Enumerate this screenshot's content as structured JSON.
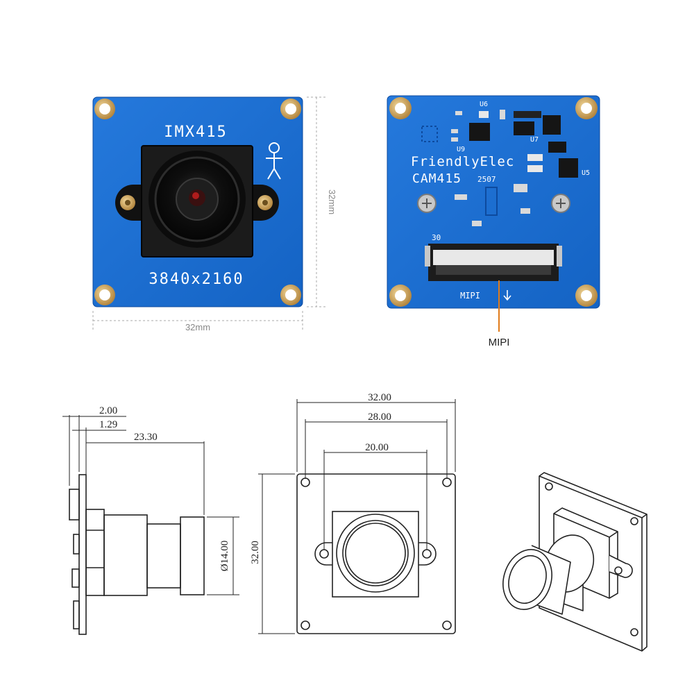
{
  "front_board": {
    "sensor_label": "IMX415",
    "resolution_label": "3840x2160",
    "width_label": "32mm",
    "height_label": "32mm"
  },
  "back_board": {
    "brand_label": "FriendlyElec",
    "model_label": "CAM415",
    "revision_label": "2507",
    "pin_label": "30",
    "connector_silk": "MIPI",
    "component_labels": [
      "U6",
      "U7",
      "U9",
      "U5"
    ],
    "callout_label": "MIPI"
  },
  "side_view": {
    "dim_a": "2.00",
    "dim_b": "1.29",
    "dim_c": "23.30",
    "dim_diameter": "Ø14.00"
  },
  "front_view": {
    "overall_width": "32.00",
    "hole_spacing": "28.00",
    "mount_spacing": "20.00",
    "overall_height": "32.00"
  },
  "colors": {
    "pcb": "#1a6fd0",
    "pcb_dark": "#0d4a9e",
    "gold": "#c9a25a",
    "callout": "#e07b1a"
  }
}
